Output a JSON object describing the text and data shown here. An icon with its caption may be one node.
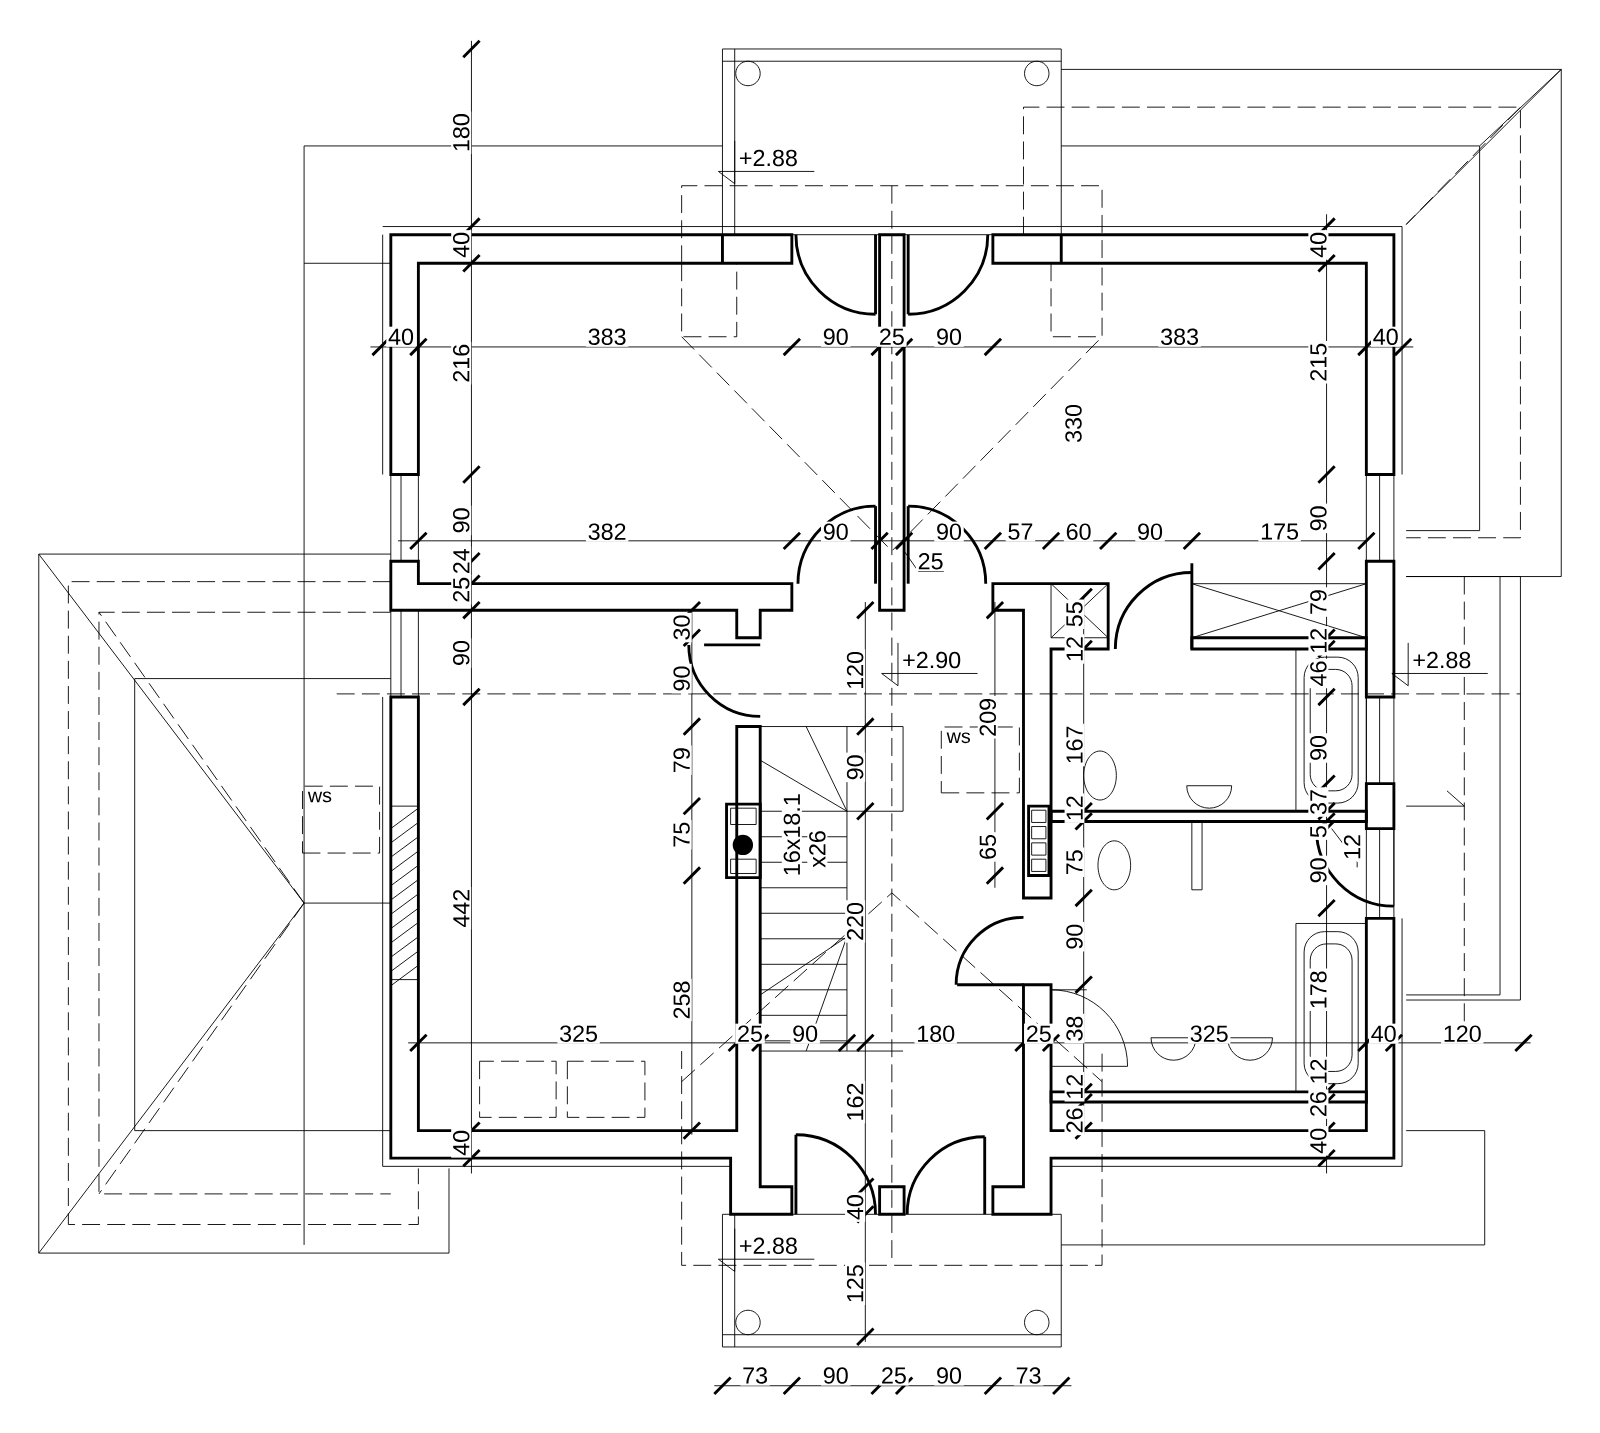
{
  "diagram": {
    "nodes": [
      {
        "text": [
          "ws"
        ]
      },
      {
        "text": [
          "ws"
        ]
      }
    ],
    "labels": [
      "180",
      "+2.88",
      "40",
      "40",
      "40",
      "383",
      "90",
      "25",
      "90",
      "383",
      "40",
      "216",
      "215",
      "330",
      "90",
      "382",
      "90",
      "90",
      "57",
      "60",
      "90",
      "175",
      "90",
      "24",
      "25",
      "25",
      "55",
      "79",
      "90",
      "30",
      "90",
      "120",
      "+2.90",
      "12",
      "12",
      "46",
      "+2.88",
      "79",
      "90",
      "209",
      "167",
      "90",
      "75",
      "16x18.1",
      "x26",
      "65",
      "12",
      "75",
      "37",
      "5",
      "90",
      "12",
      "442",
      "220",
      "90",
      "258",
      "178",
      "325",
      "25",
      "90",
      "180",
      "25",
      "38",
      "325",
      "40",
      "120",
      "40",
      "162",
      "12",
      "26",
      "12",
      "26",
      "40",
      "40",
      "+2.88",
      "125",
      "73",
      "90",
      "25",
      "90",
      "73"
    ]
  }
}
